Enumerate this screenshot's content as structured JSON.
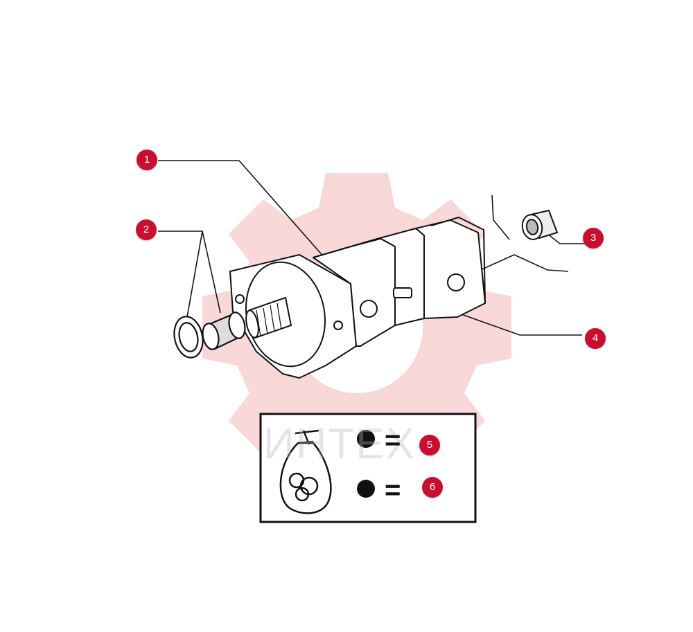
{
  "colors": {
    "accent": "#c8102e",
    "line": "#111111",
    "watermark": "#f3b8b8"
  },
  "callouts": [
    {
      "id": "1",
      "label": "1"
    },
    {
      "id": "2",
      "label": "2"
    },
    {
      "id": "3",
      "label": "3"
    },
    {
      "id": "4",
      "label": "4"
    },
    {
      "id": "5",
      "label": "5"
    },
    {
      "id": "6",
      "label": "6"
    }
  ],
  "kit_box": {
    "equals": "="
  },
  "watermark": {
    "text": "ИНТЕХ"
  }
}
